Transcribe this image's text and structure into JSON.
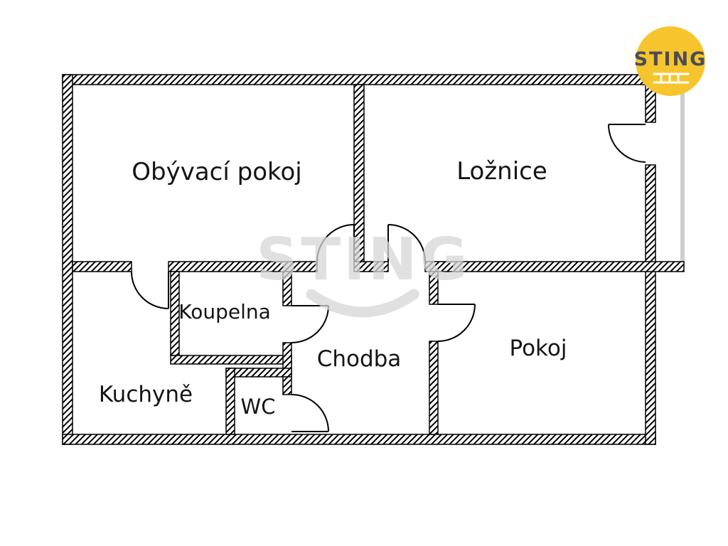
{
  "logo": {
    "text": "STING",
    "circle_color": "#F6C52E",
    "text_color": "#4C4C56",
    "icon": "ladder-icon",
    "icon_color": "#FFFFFF"
  },
  "watermark": {
    "text": "STING",
    "color": "#D6D6D6"
  },
  "floorplan": {
    "wall_color": "#000000",
    "balcony_line_color": "#CDCDCD",
    "rooms": {
      "living": "Obývací pokoj",
      "bedroom": "Ložnice",
      "bathroom": "Koupelna",
      "hallway": "Chodba",
      "kitchen": "Kuchyně",
      "wc": "WC",
      "room": "Pokoj"
    }
  }
}
